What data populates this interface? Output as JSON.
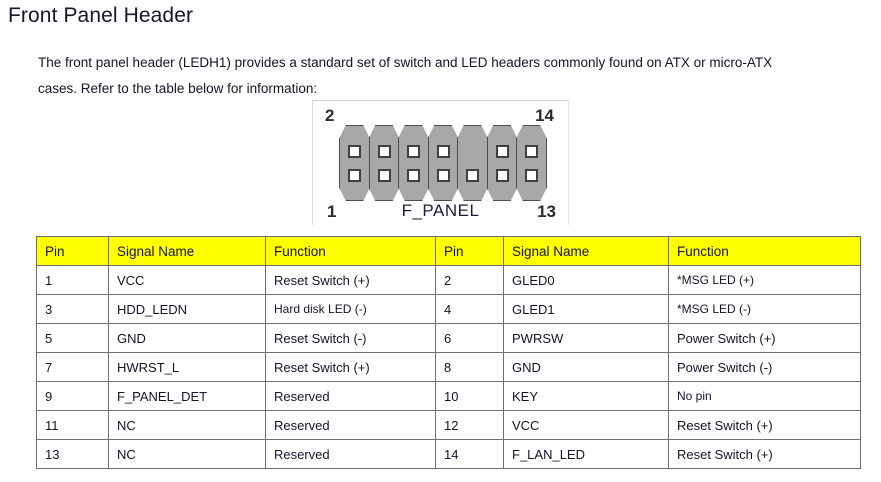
{
  "page": {
    "title": "Front Panel Header",
    "intro": "The front panel header (LEDH1) provides a standard set of switch and LED headers commonly found on ATX or micro-ATX cases. Refer to the table below for information:"
  },
  "figure": {
    "label": "F_PANEL",
    "top_left_pin": "2",
    "top_right_pin": "14",
    "bottom_left_pin": "1",
    "bottom_right_pin": "13",
    "columns": 7,
    "missing_top_pin_column": 5,
    "body_color": "#a8a8a8",
    "outline_color": "#4d4d4d"
  },
  "table": {
    "header_color": "#ffff00",
    "headers": [
      "Pin",
      "Signal Name",
      "Function",
      "Pin",
      "Signal Name",
      "Function"
    ],
    "rows": [
      {
        "pin_left": "1",
        "signal_left": "VCC",
        "function_left": "Reset Switch (+)",
        "pin_right": "2",
        "signal_right": "GLED0",
        "function_right": "*MSG LED (+)",
        "function_right_small": true
      },
      {
        "pin_left": "3",
        "signal_left": "HDD_LEDN",
        "function_left": "Hard disk LED (-)",
        "function_left_small": true,
        "pin_right": "4",
        "signal_right": "GLED1",
        "function_right": "*MSG LED (-)",
        "function_right_small": true
      },
      {
        "pin_left": "5",
        "signal_left": "GND",
        "function_left": "Reset Switch (-)",
        "pin_right": "6",
        "signal_right": "PWRSW",
        "function_right": "Power Switch (+)"
      },
      {
        "pin_left": "7",
        "signal_left": "HWRST_L",
        "function_left": "Reset Switch (+)",
        "pin_right": "8",
        "signal_right": "GND",
        "function_right": "Power Switch (-)"
      },
      {
        "pin_left": "9",
        "signal_left": "F_PANEL_DET",
        "function_left": "Reserved",
        "pin_right": "10",
        "signal_right": "KEY",
        "function_right": "No pin",
        "function_right_small": true
      },
      {
        "pin_left": "11",
        "signal_left": "NC",
        "function_left": "Reserved",
        "pin_right": "12",
        "signal_right": "VCC",
        "function_right": "Reset Switch (+)"
      },
      {
        "pin_left": "13",
        "signal_left": "NC",
        "function_left": "Reserved",
        "pin_right": "14",
        "signal_right": "F_LAN_LED",
        "function_right": "Reset Switch (+)"
      }
    ]
  }
}
